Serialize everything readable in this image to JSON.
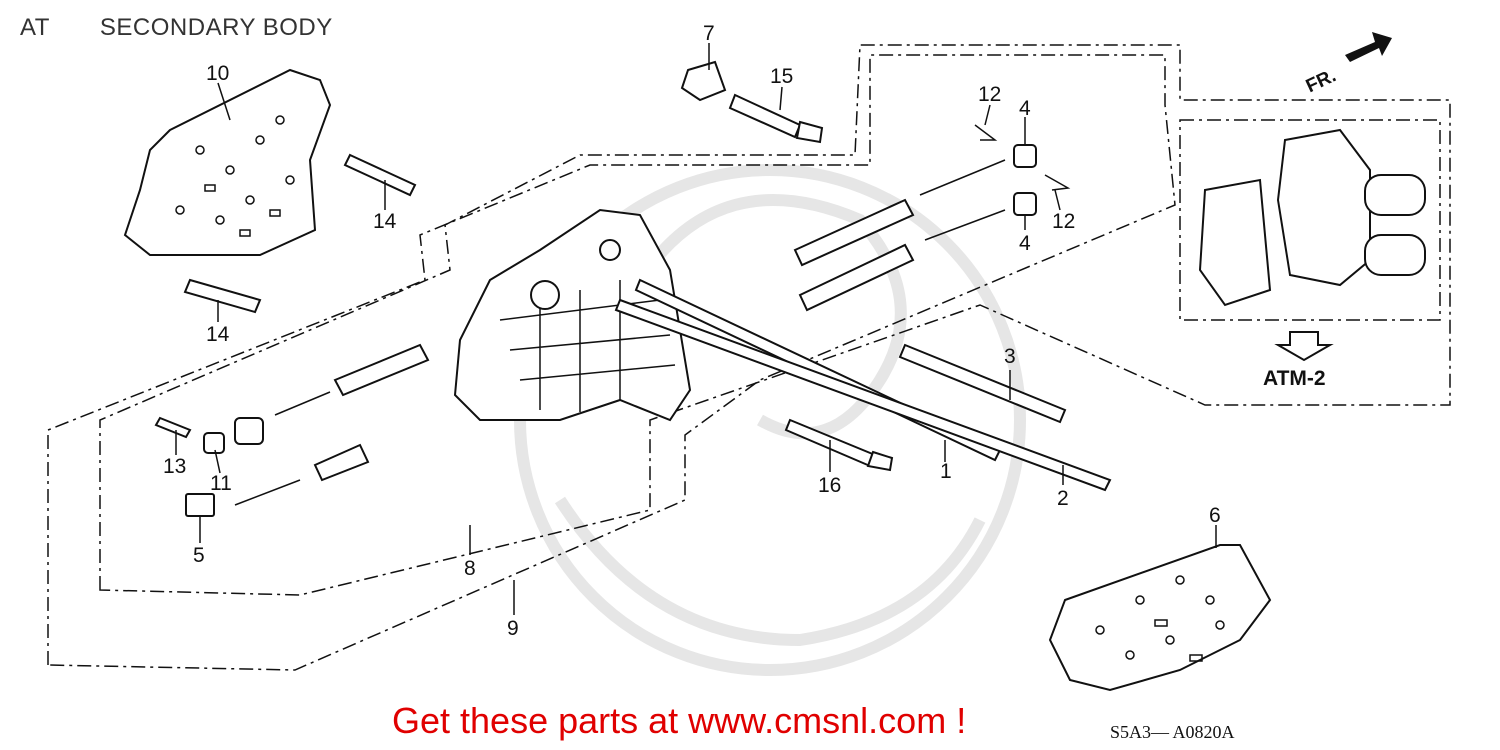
{
  "header": {
    "section": "AT",
    "title": "SECONDARY BODY"
  },
  "arrow_label": "FR.",
  "atm_label": "ATM-2",
  "callouts": [
    "1",
    "2",
    "3",
    "4",
    "4",
    "5",
    "6",
    "7",
    "8",
    "9",
    "10",
    "11",
    "12",
    "12",
    "13",
    "14",
    "14",
    "15",
    "16"
  ],
  "footer": {
    "promo": "Get these parts at www.cmsnl.com !",
    "diagram_code": "S5A3— A0820A"
  },
  "colors": {
    "promo": "#e00000",
    "watermark": "#e6e6e6",
    "line": "#111111"
  }
}
